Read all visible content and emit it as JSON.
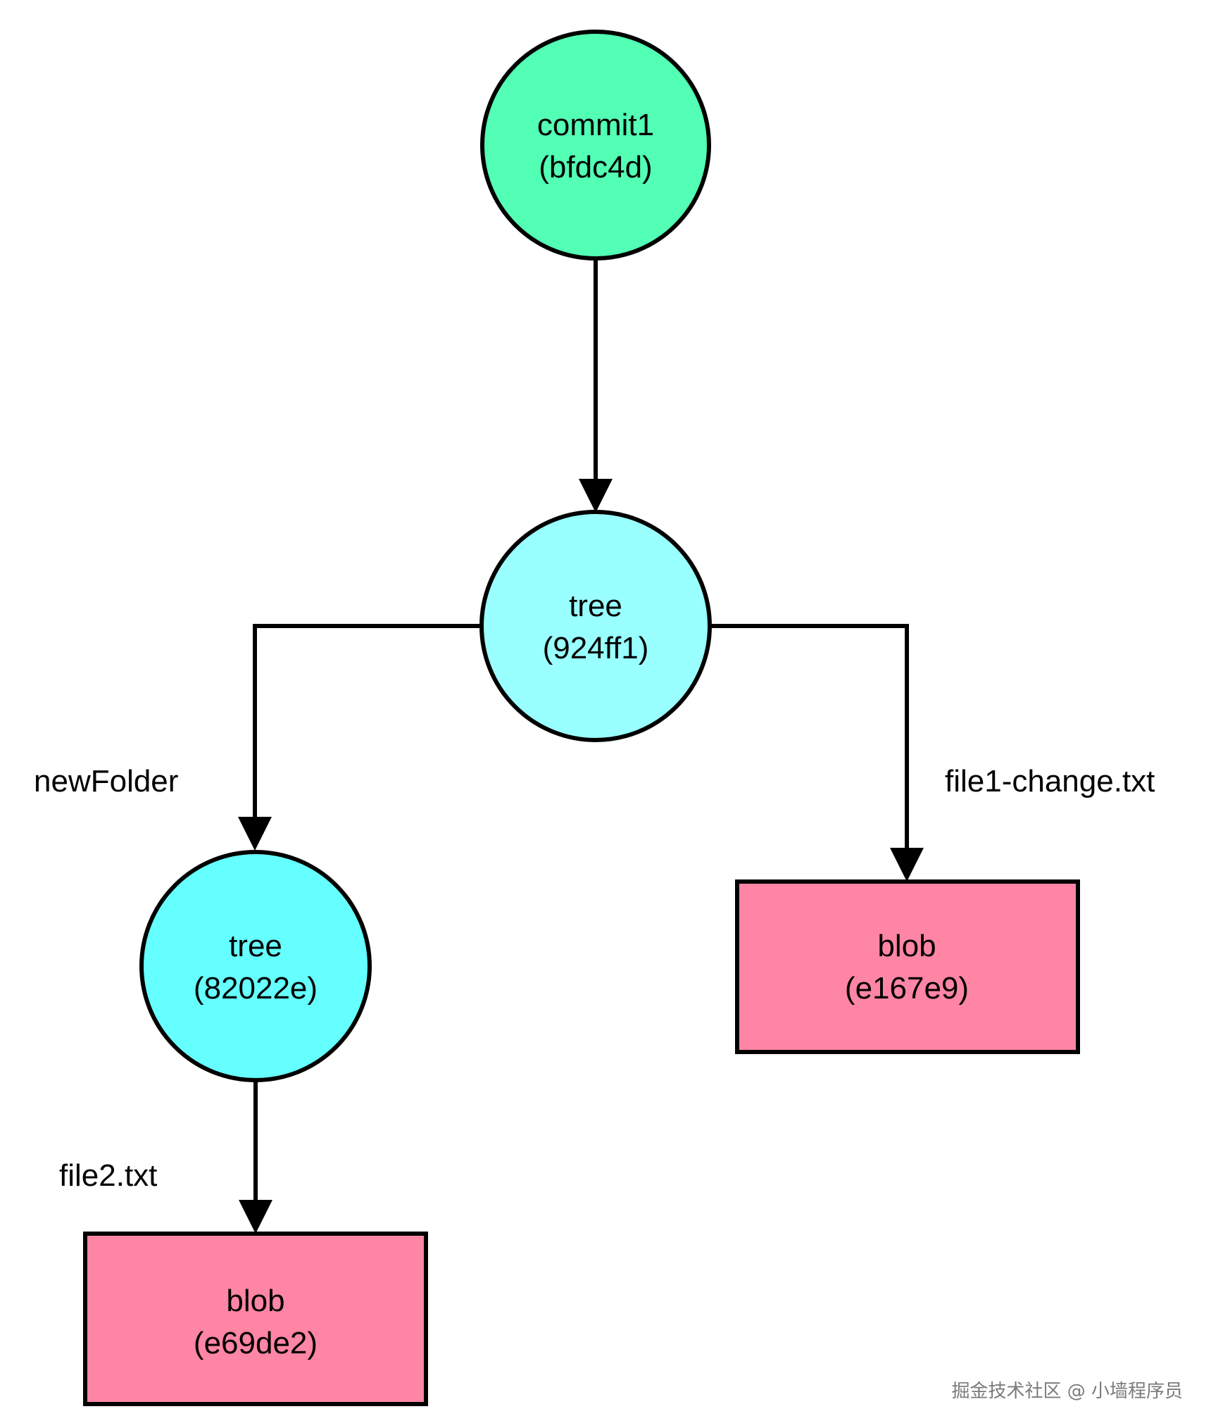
{
  "colors": {
    "commit": "#52ffb4",
    "tree_root": "#99ffff",
    "tree_sub": "#66ffff",
    "blob": "#ff85a4",
    "stroke": "#000000"
  },
  "nodes": {
    "commit": {
      "type": "commit",
      "name": "commit1",
      "hash": "(bfdc4d)"
    },
    "root_tree": {
      "type": "tree",
      "name": "tree",
      "hash": "(924ff1)"
    },
    "sub_tree": {
      "type": "tree",
      "name": "tree",
      "hash": "(82022e)"
    },
    "blob_change": {
      "type": "blob",
      "name": "blob",
      "hash": "(e167e9)"
    },
    "blob_file2": {
      "type": "blob",
      "name": "blob",
      "hash": "(e69de2)"
    }
  },
  "edges": {
    "commit_to_tree": {
      "from": "commit",
      "to": "root_tree",
      "label": ""
    },
    "tree_to_newfolder": {
      "from": "root_tree",
      "to": "sub_tree",
      "label": "newFolder"
    },
    "tree_to_change": {
      "from": "root_tree",
      "to": "blob_change",
      "label": "file1-change.txt"
    },
    "subtree_to_file2": {
      "from": "sub_tree",
      "to": "blob_file2",
      "label": "file2.txt"
    }
  },
  "watermark": "掘金技术社区 @ 小墙程序员"
}
